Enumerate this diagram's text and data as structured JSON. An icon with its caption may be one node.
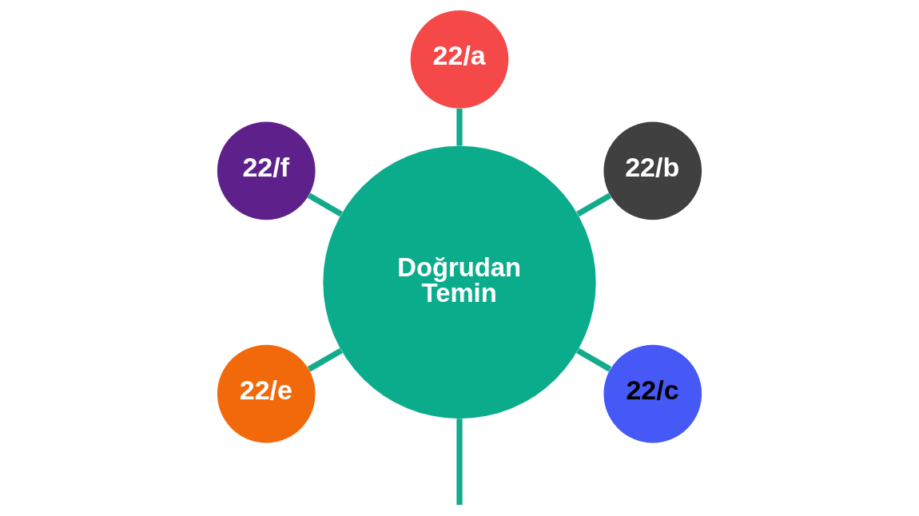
{
  "diagram": {
    "nodes": [
      {
        "text": [
          "Doğrudan Temin"
        ]
      },
      {
        "text": [
          "22/a"
        ]
      },
      {
        "text": [
          "22/b"
        ]
      },
      {
        "text": [
          "22/c"
        ]
      },
      {
        "text": [
          "22/e"
        ]
      },
      {
        "text": [
          "22/f"
        ]
      }
    ],
    "edges": [
      {
        "from": 0,
        "to": 1,
        "arrow": "none"
      },
      {
        "from": 0,
        "to": 2,
        "arrow": "none"
      },
      {
        "from": 0,
        "to": 3,
        "arrow": "none"
      },
      {
        "from": 0,
        "to": null,
        "arrow": "none"
      },
      {
        "from": 0,
        "to": 4,
        "arrow": "none"
      },
      {
        "from": 0,
        "to": 5,
        "arrow": "none"
      }
    ]
  }
}
